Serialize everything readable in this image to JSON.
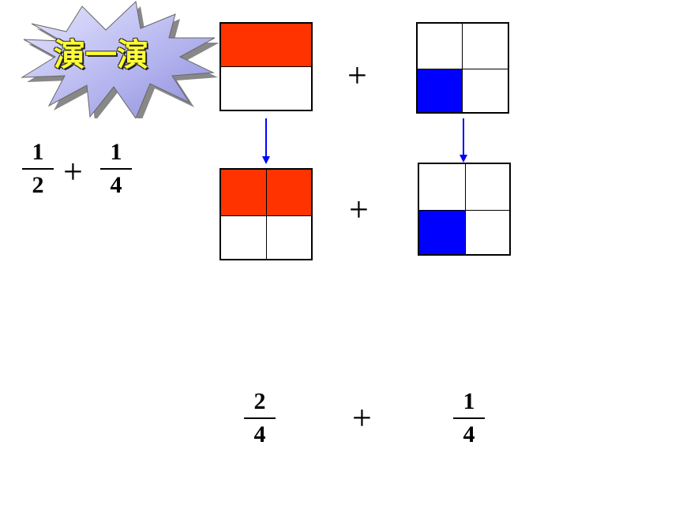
{
  "badge": {
    "title": "演一演"
  },
  "equation_top": {
    "left_fraction": {
      "numerator": "1",
      "denominator": "2"
    },
    "operator": "+",
    "right_fraction": {
      "numerator": "1",
      "denominator": "4"
    }
  },
  "row1": {
    "operator": "+"
  },
  "row2": {
    "operator": "+"
  },
  "equation_bottom": {
    "left_fraction": {
      "numerator": "2",
      "denominator": "4"
    },
    "operator": "+",
    "right_fraction": {
      "numerator": "1",
      "denominator": "4"
    }
  },
  "colors": {
    "red": "#ff3300",
    "blue": "#0000ff",
    "badge_fill": "#ccccff",
    "arrow": "#0000ff"
  }
}
